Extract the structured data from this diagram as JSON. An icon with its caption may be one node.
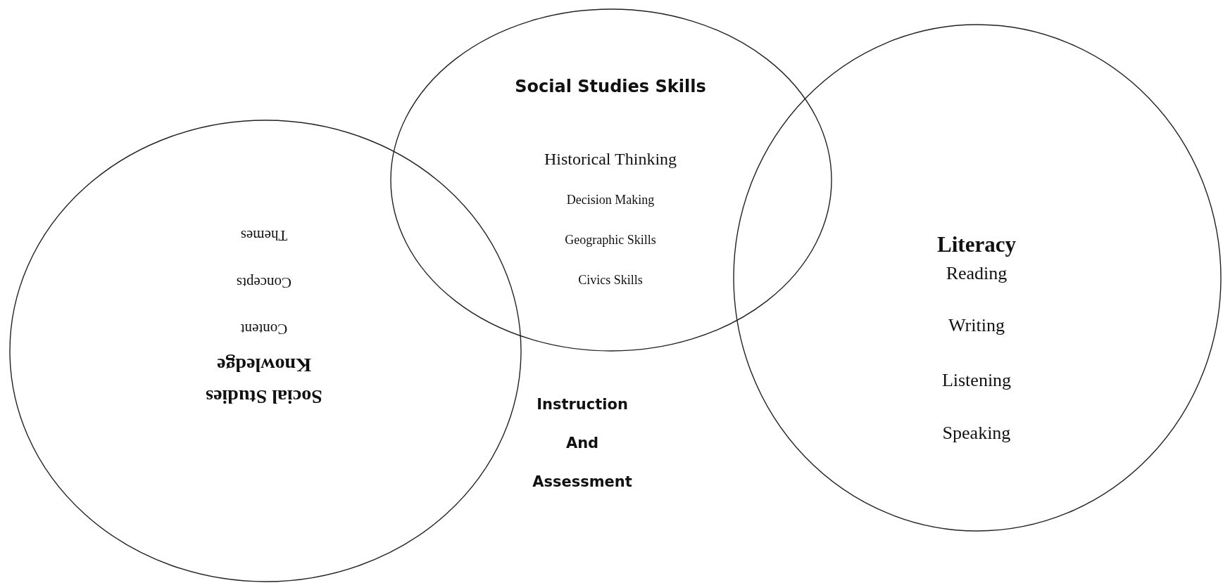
{
  "diagram": {
    "nodes": [
      {
        "text": [
          "Social Studies Knowledge",
          "Content",
          "Concepts",
          "Themes"
        ]
      },
      {
        "text": [
          "Social Studies Skills",
          "Historical Thinking",
          "Decision Making",
          "Geographic Skills",
          "Civics Skills"
        ]
      },
      {
        "text": [
          "Literacy",
          "Reading",
          "Writing",
          "Listening",
          "Speaking"
        ]
      }
    ],
    "labels": [
      "Instruction And Assessment"
    ]
  }
}
